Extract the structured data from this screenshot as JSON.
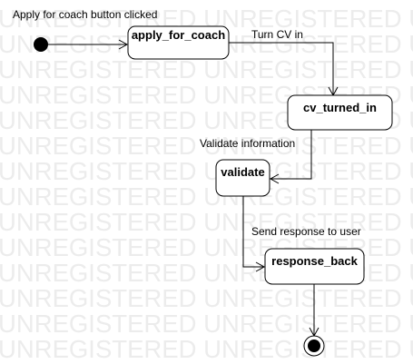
{
  "watermark": {
    "line": "UNREGISTERED UNREGISTERED UN"
  },
  "colors": {
    "watermark": "#ececec",
    "stroke": "#000000",
    "state_fill": "#ffffff",
    "initial_node": "#000000"
  },
  "diagram": {
    "initial_event_label": "Apply for coach button clicked",
    "states": [
      {
        "id": "apply_for_coach",
        "label": "apply_for_coach"
      },
      {
        "id": "cv_turned_in",
        "label": "cv_turned_in"
      },
      {
        "id": "validate",
        "label": "validate"
      },
      {
        "id": "response_back",
        "label": "response_back"
      }
    ],
    "transitions": [
      {
        "from": "initial",
        "to": "apply_for_coach",
        "label": ""
      },
      {
        "from": "apply_for_coach",
        "to": "cv_turned_in",
        "label": "Turn CV in"
      },
      {
        "from": "cv_turned_in",
        "to": "validate",
        "label": "Validate information"
      },
      {
        "from": "validate",
        "to": "response_back",
        "label": "Send response to user"
      },
      {
        "from": "response_back",
        "to": "final",
        "label": ""
      }
    ]
  }
}
